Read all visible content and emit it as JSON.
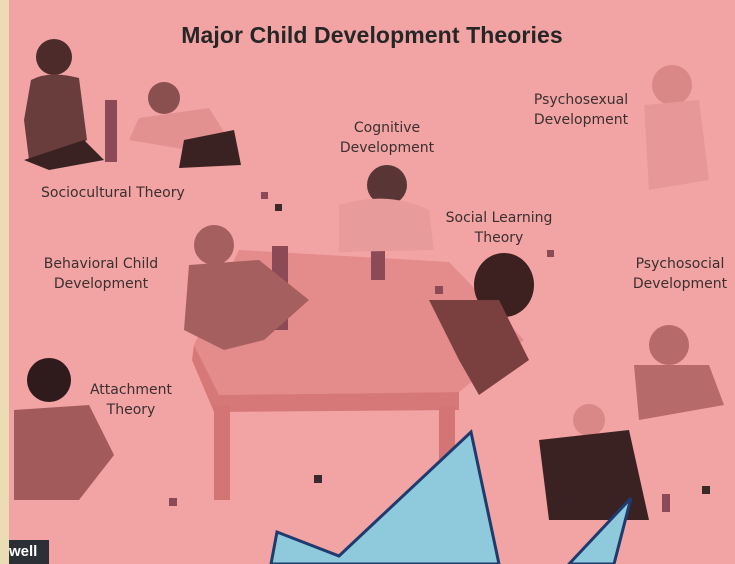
{
  "title": "Major Child Development Theories",
  "labels": {
    "sociocultural": "Sociocultural Theory",
    "cognitive_1": "Cognitive",
    "cognitive_2": "Development",
    "psychosexual_1": "Psychosexual",
    "psychosexual_2": "Development",
    "social_learning_1": "Social Learning",
    "social_learning_2": "Theory",
    "behavioral_1": "Behavioral Child",
    "behavioral_2": "Development",
    "psychosocial_1": "Psychosocial",
    "psychosocial_2": "Development",
    "attachment_1": "Attachment",
    "attachment_2": "Theory"
  },
  "watermark": "well",
  "colors": {
    "background": "#f2a3a3",
    "border": "#ecdcb4",
    "skin_dark": "#5a3535",
    "skin_mid": "#c26e6e",
    "table": "#e48b8b",
    "overlay_blue": "#8ec9dc"
  }
}
